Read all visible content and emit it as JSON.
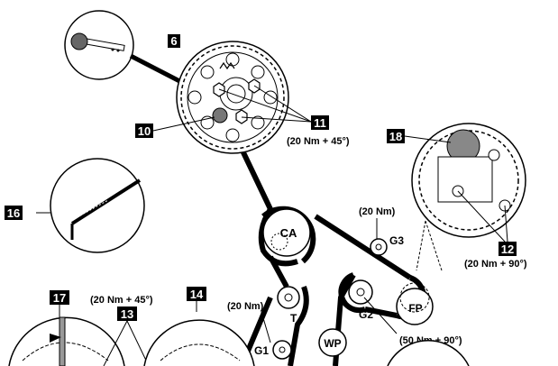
{
  "callouts": {
    "c6": "6",
    "c10": "10",
    "c11": "11",
    "c12": "12",
    "c13": "13",
    "c14": "14",
    "c16": "16",
    "c17": "17",
    "c18": "18"
  },
  "torques": {
    "t11": "(20 Nm + 45°)",
    "t12": "(20 Nm + 90°)",
    "t13": "(20 Nm + 45°)",
    "g3": "(20 Nm)",
    "tens": "(20 Nm)",
    "g2": "(50 Nm + 90°)"
  },
  "components": {
    "ca": "CA",
    "g3": "G3",
    "t": "T",
    "g2": "G2",
    "fp": "FP",
    "g1": "G1",
    "wp": "WP"
  }
}
